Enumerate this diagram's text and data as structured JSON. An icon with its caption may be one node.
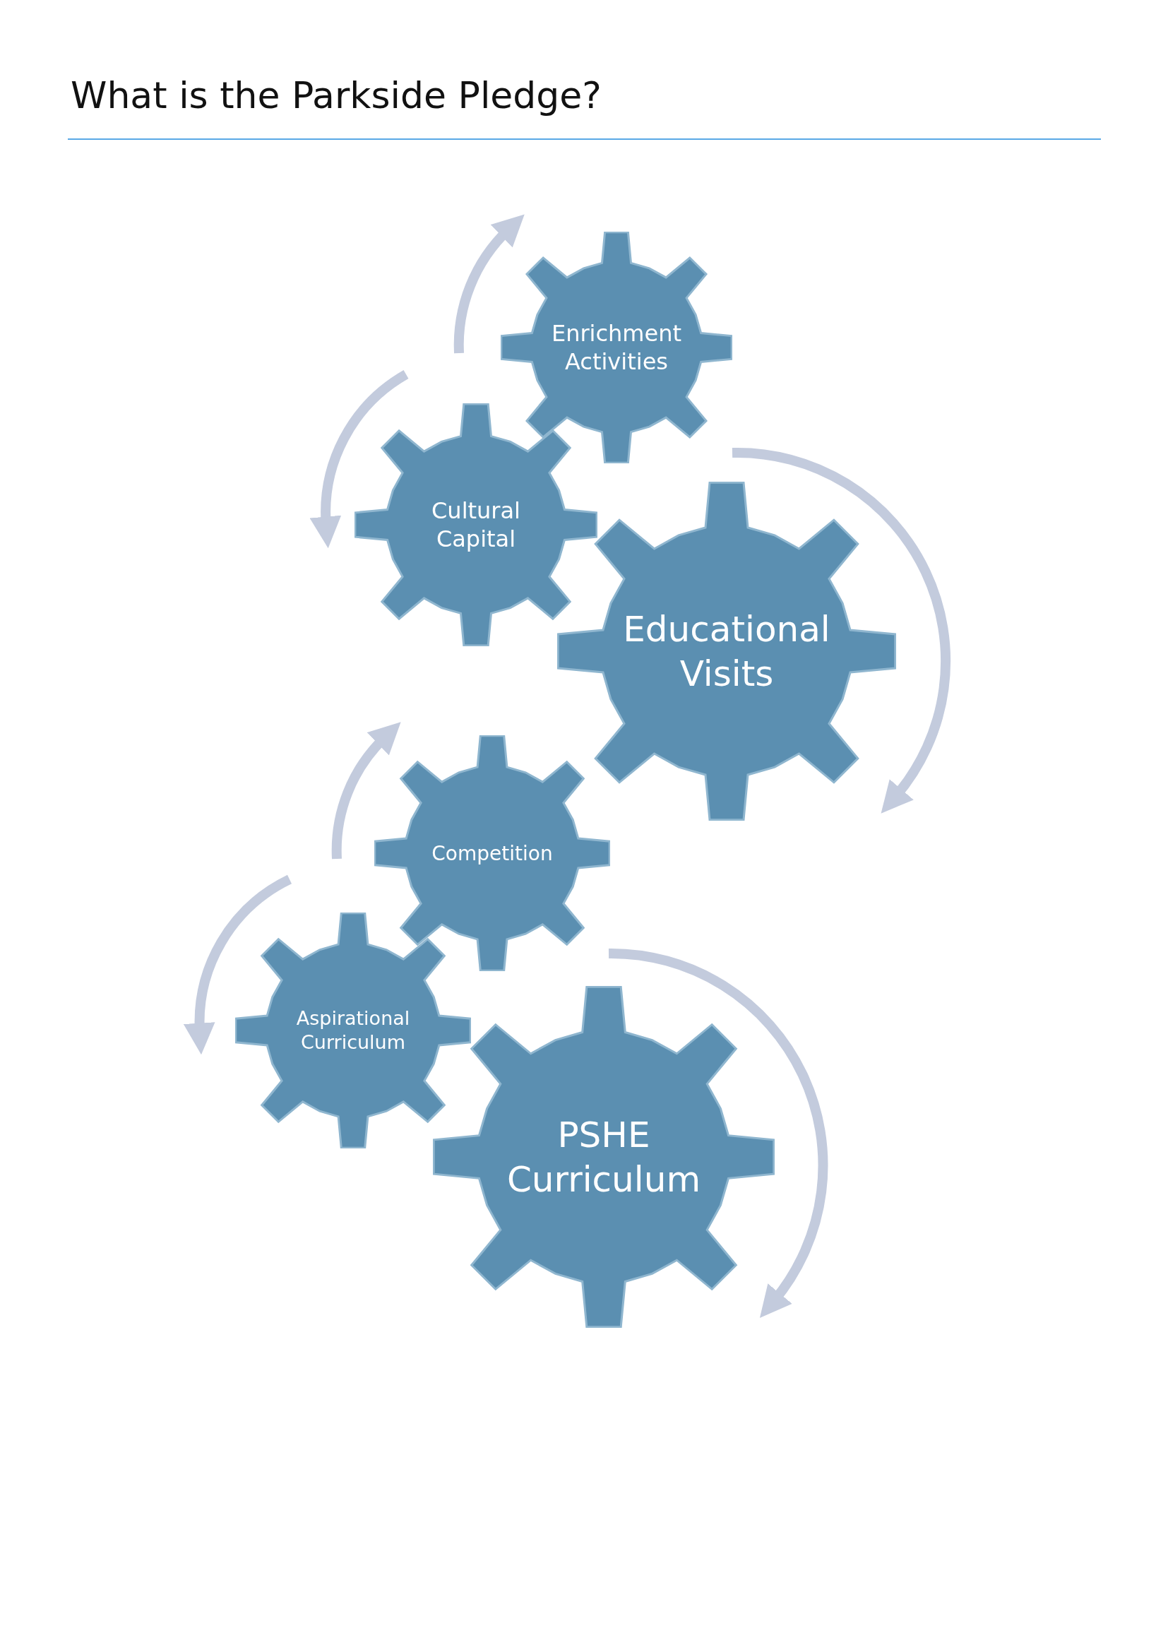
{
  "diagram": {
    "title": "What is the Parkside Pledge?",
    "nodes": [
      {
        "text": [
          "Enrichment Activities"
        ]
      },
      {
        "text": [
          "Cultural Capital"
        ]
      },
      {
        "text": [
          "Educational Visits"
        ]
      },
      {
        "text": [
          "Competition"
        ]
      },
      {
        "text": [
          "Aspirational Curriculum"
        ]
      },
      {
        "text": [
          "PSHE Curriculum"
        ]
      }
    ]
  }
}
